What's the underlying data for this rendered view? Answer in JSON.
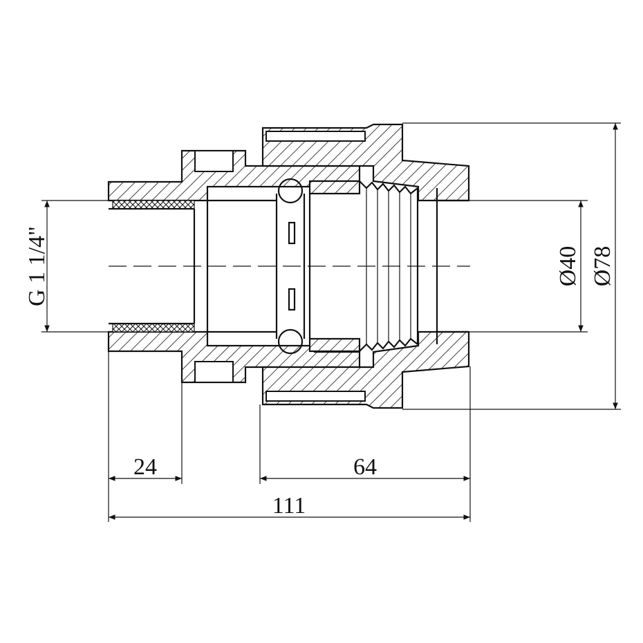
{
  "dimensions": {
    "thread": "G 1 1/4\"",
    "inner_diameter": "Ø40",
    "outer_diameter": "Ø78",
    "thread_length": "24",
    "nut_length": "64",
    "total_length": "111"
  }
}
